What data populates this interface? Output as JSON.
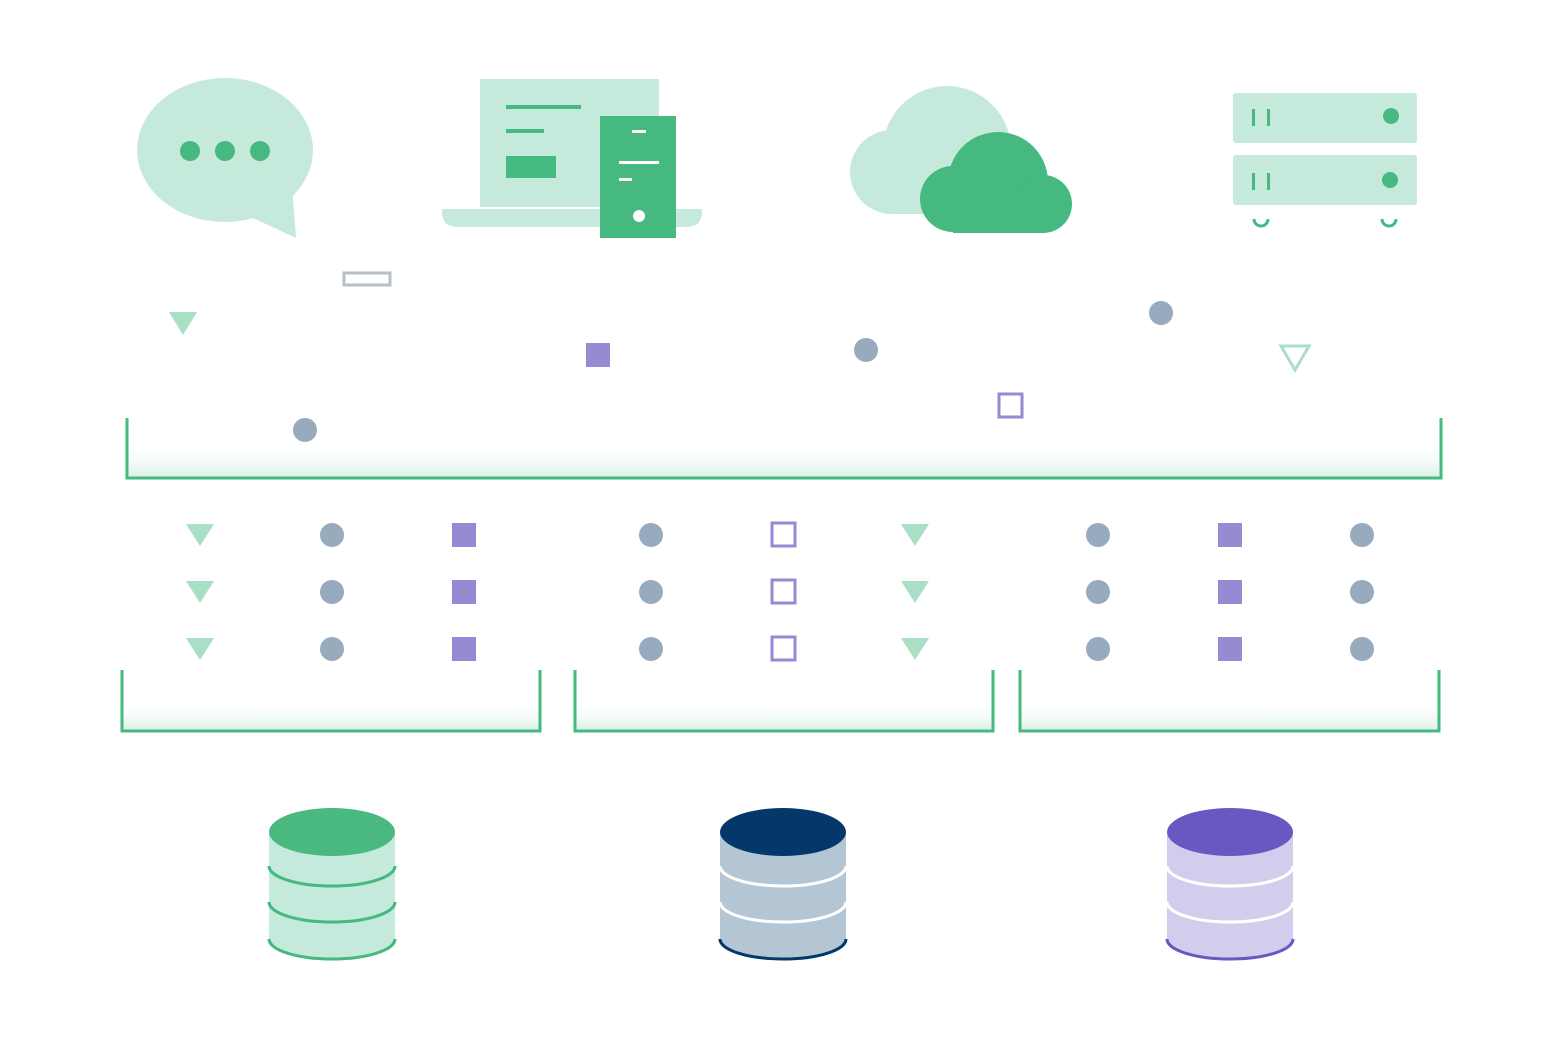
{
  "colors": {
    "green": "#45b97f",
    "green_light": "#c5eadb",
    "green_pale": "#a8dfc5",
    "purple": "#9789d2",
    "purple_dark": "#6a57c2",
    "purple_light": "#d3cded",
    "navy": "#04386b",
    "slate": "#97aabe",
    "slate_light": "#b4c5d3",
    "outline_grey": "#b7bfc7"
  },
  "diagram": {
    "sources": [
      {
        "id": "chat",
        "icon": "chat-bubble-icon"
      },
      {
        "id": "web",
        "icon": "laptop-server-icon"
      },
      {
        "id": "cloud",
        "icon": "cloud-icon"
      },
      {
        "id": "server",
        "icon": "server-rack-icon"
      }
    ],
    "ingest_tray": {
      "icon": "ingest-tray"
    },
    "partitions": [
      {
        "id": "partition-1",
        "database": "green-database-icon"
      },
      {
        "id": "partition-2",
        "database": "navy-database-icon"
      },
      {
        "id": "partition-3",
        "database": "purple-database-icon"
      }
    ]
  }
}
